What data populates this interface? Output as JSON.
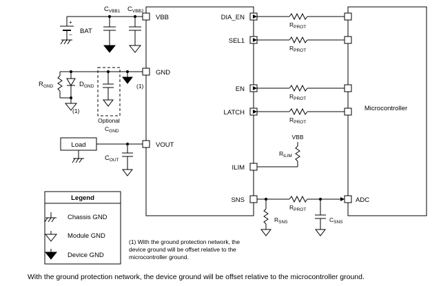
{
  "device_pins": {
    "vbb": "VBB",
    "gnd": "GND",
    "vout": "VOUT",
    "dia_en": "DIA_EN",
    "sel1": "SEL1",
    "en": "EN",
    "latch": "LATCH",
    "ilim": "ILIM",
    "sns": "SNS"
  },
  "labels": {
    "bat": "BAT",
    "c_vbb1_main": "C",
    "c_vbb1_sub": "VBB1",
    "c_vbb2_main": "C",
    "c_vbb2_sub": "VBB2",
    "r_gnd_main": "R",
    "r_gnd_sub": "GND",
    "d_gnd_main": "D",
    "d_gnd_sub": "GND",
    "note_marker": "(1)",
    "optional": "Optional",
    "c_gnd_main": "C",
    "c_gnd_sub": "GND",
    "load": "Load",
    "c_out_main": "C",
    "c_out_sub": "OUT",
    "r_prot_main": "R",
    "r_prot_sub": "PROT",
    "vbb_supply": "VBB",
    "r_ilim_main": "R",
    "r_ilim_sub": "ILIM",
    "r_sns_main": "R",
    "r_sns_sub": "SNS",
    "c_sns_main": "C",
    "c_sns_sub": "SNS",
    "microcontroller": "Microcontroller",
    "adc": "ADC",
    "plus": "+",
    "minus": "−"
  },
  "legend": {
    "title": "Legend",
    "chassis": "Chassis GND",
    "module": "Module GND",
    "device": "Device GND"
  },
  "note": "(1) With the ground protection network, the device ground will be offset relative to the microcontroller ground.",
  "caption": "With the ground protection network, the device ground will be offset relative to the microcontroller ground."
}
